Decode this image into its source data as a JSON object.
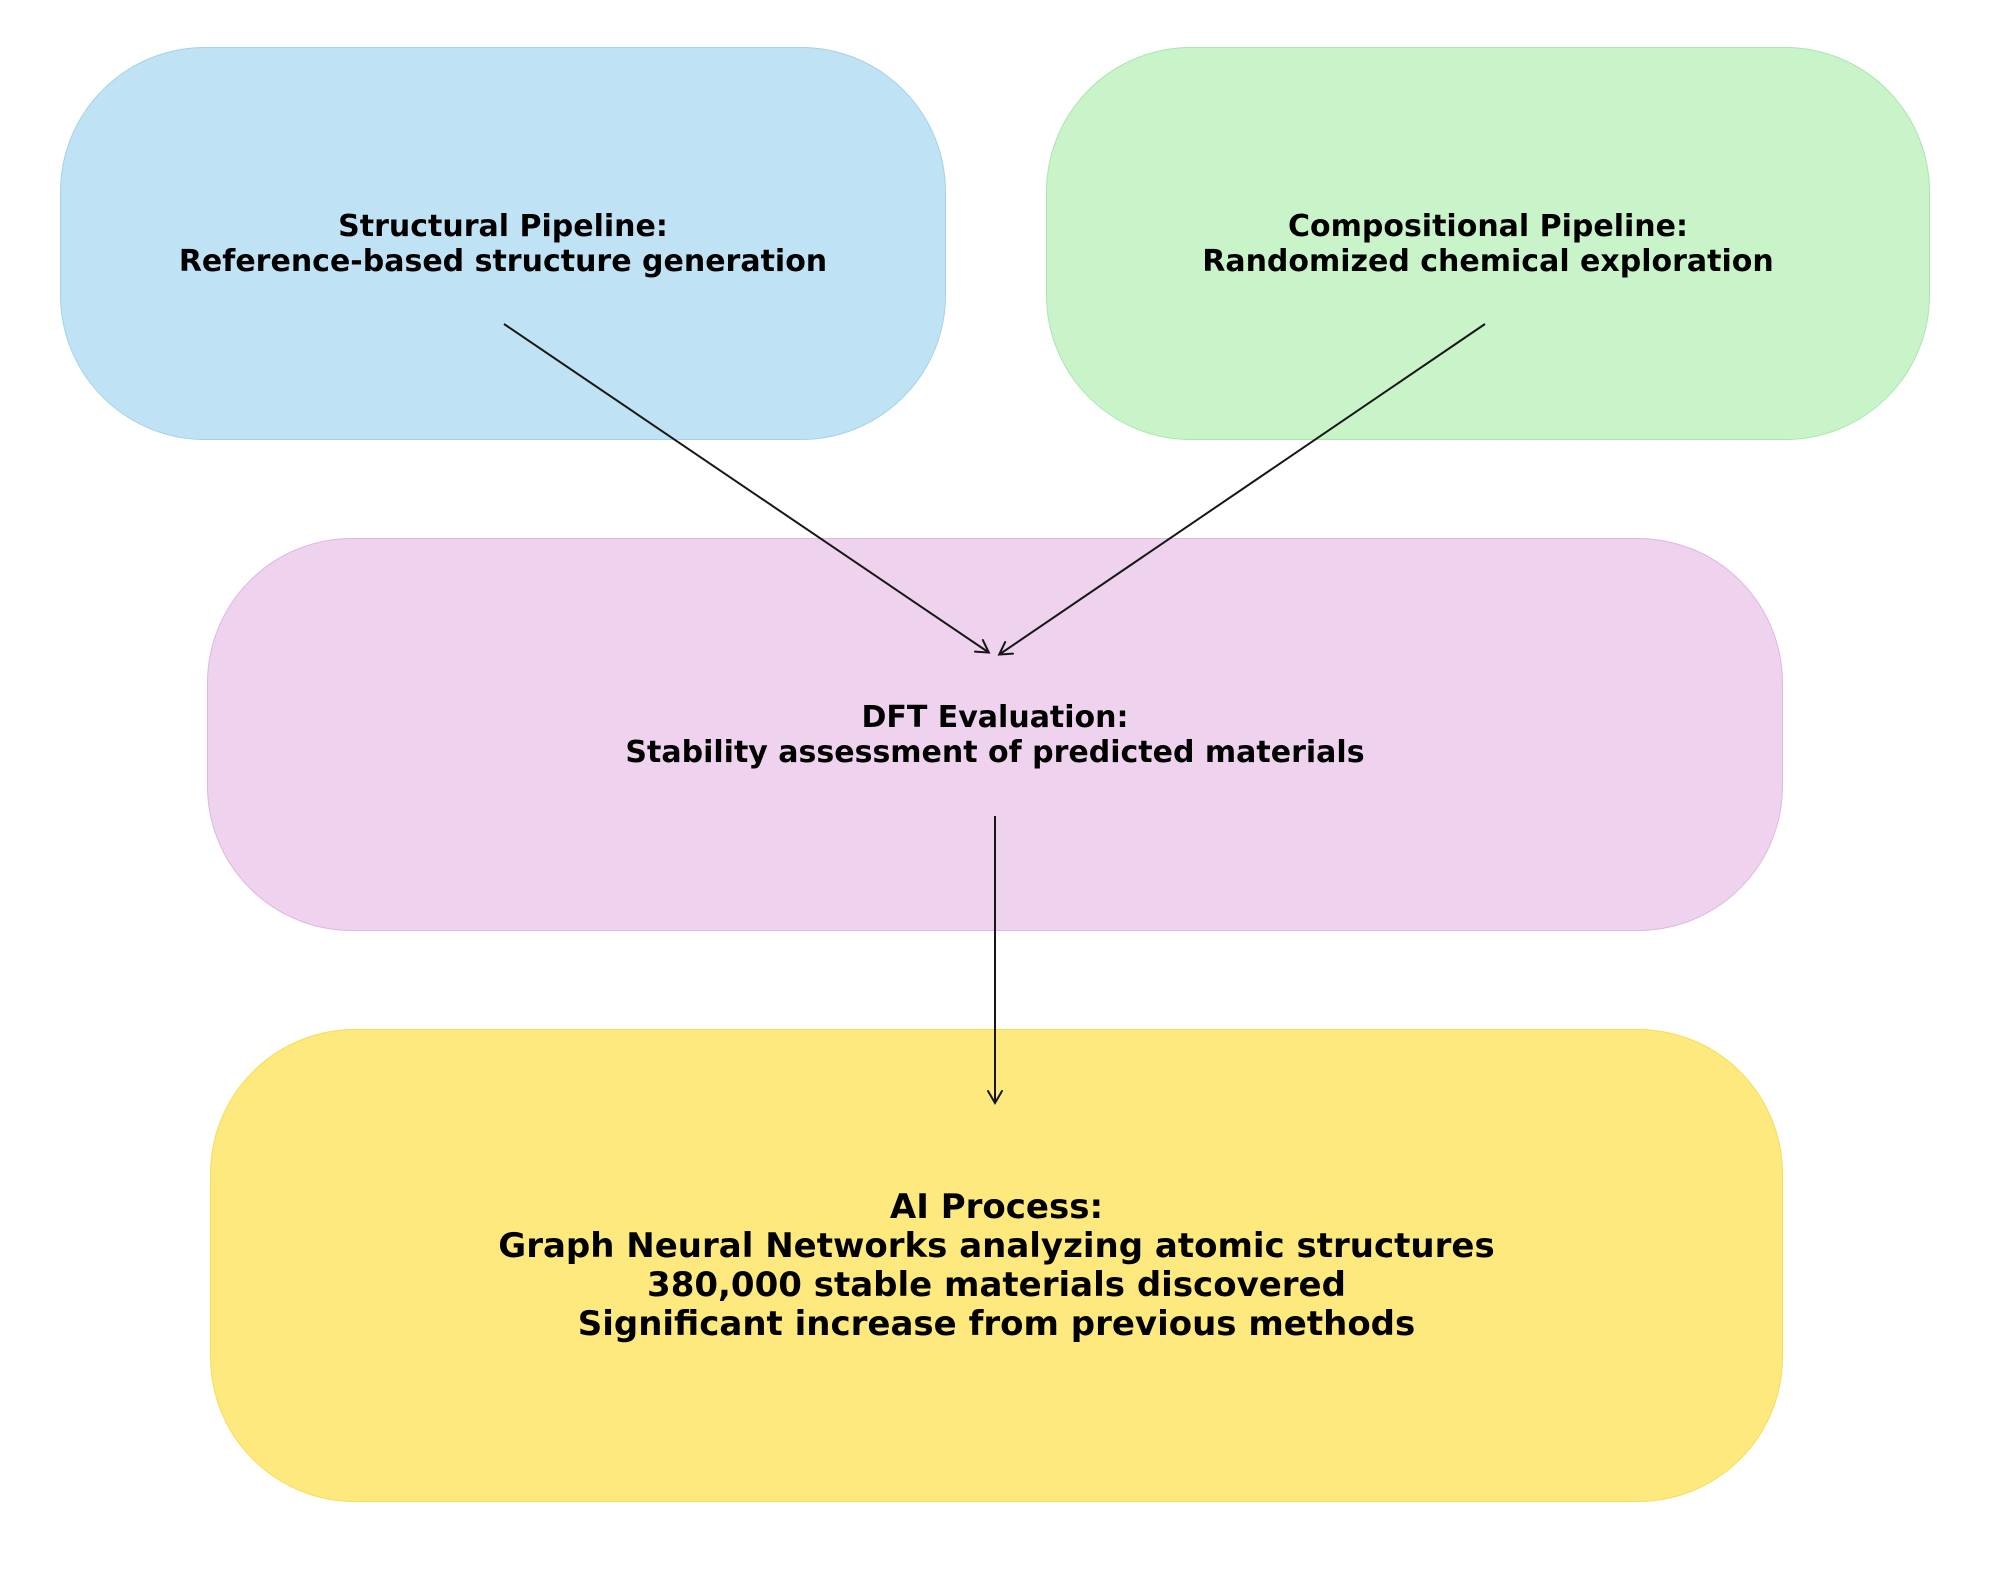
{
  "diagram": {
    "background": "#ffffff",
    "arrow_color": "#161616",
    "nodes": {
      "structural": {
        "title": "Structural Pipeline:",
        "subtitle": "Reference-based structure generation",
        "fill": "#bfe2f4",
        "border": "#a6d2e8"
      },
      "compositional": {
        "title": "Compositional Pipeline:",
        "subtitle": "Randomized chemical exploration",
        "fill": "#c9f4c9",
        "border": "#abe5af"
      },
      "dft": {
        "title": "DFT Evaluation:",
        "subtitle": "Stability assessment of predicted materials",
        "fill": "#eed2ee",
        "border": "#deb8de"
      },
      "ai": {
        "title": "AI Process:",
        "lines": [
          "Graph Neural Networks analyzing atomic structures",
          "380,000 stable materials discovered",
          "Significant increase from previous methods"
        ],
        "fill": "#fde97d",
        "border": "#f6dd58"
      }
    },
    "connections": [
      {
        "from": "Structural Pipeline",
        "to": "DFT Evaluation"
      },
      {
        "from": "Compositional Pipeline",
        "to": "DFT Evaluation"
      },
      {
        "from": "DFT Evaluation",
        "to": "AI Process"
      }
    ]
  }
}
